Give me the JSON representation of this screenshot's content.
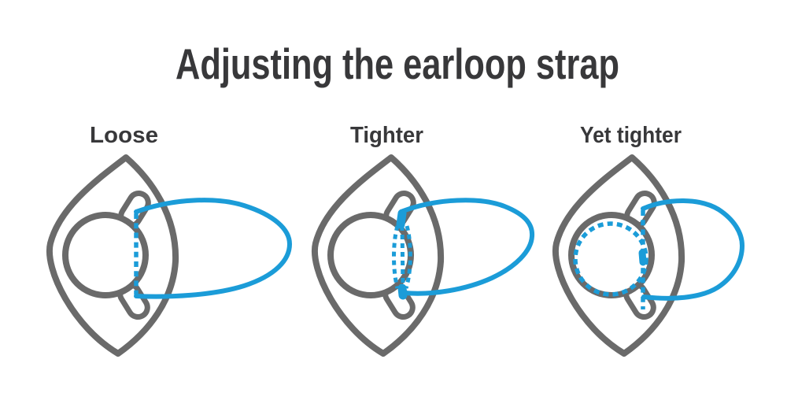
{
  "title": "Adjusting the earloop strap",
  "panels": [
    {
      "label": "Loose"
    },
    {
      "label": "Tighter"
    },
    {
      "label": "Yet tighter"
    }
  ],
  "icons": {
    "earbud": "earbud-with-ear-cushion-icon",
    "strap_solid": "earloop-strap-icon",
    "strap_hidden": "earloop-strap-hidden-dashed-icon"
  },
  "colors": {
    "strap_blue": "#1b9cd8",
    "outline_gray": "#6a6a6a",
    "text_dark": "#38383a",
    "background": "#ffffff"
  }
}
